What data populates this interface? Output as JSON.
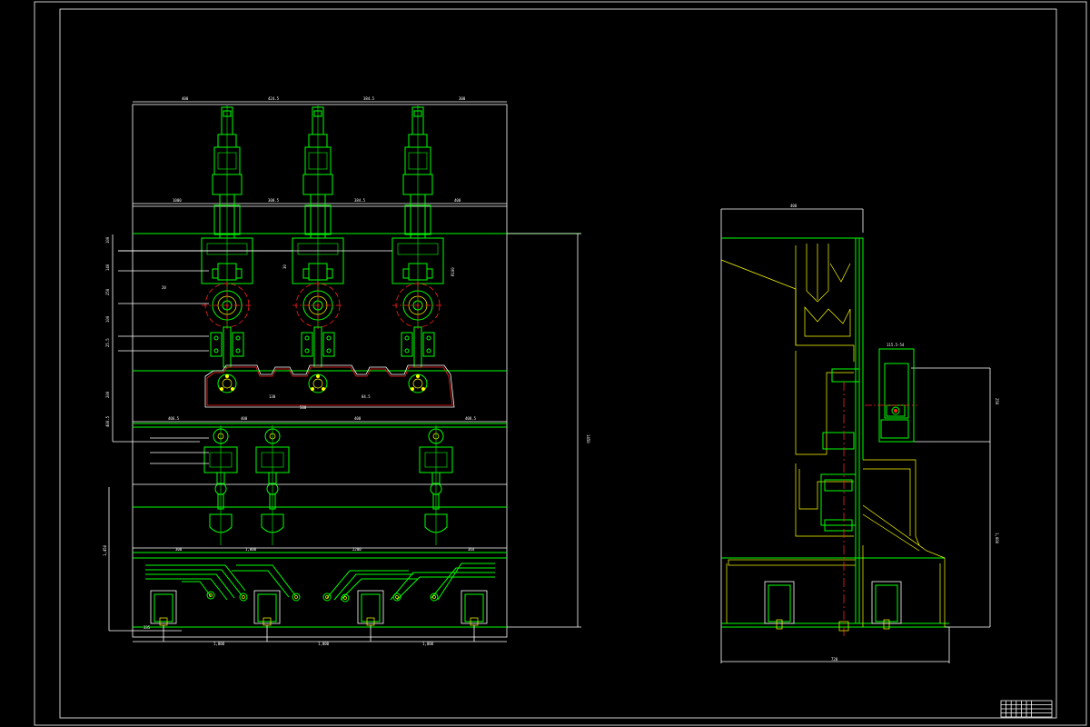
{
  "drawing": {
    "frame_color": "#ffffff",
    "line_color": "#00ff00",
    "accent_color": "#ffff00",
    "center_color": "#ff2020"
  },
  "front_view": {
    "stations": 3,
    "lower_stations": 3,
    "base_bays": 4,
    "top_dims": [
      "400",
      "424.5",
      "384.5",
      "300"
    ],
    "mid_dims": [
      "1000",
      "300.5",
      "384.5",
      "400"
    ],
    "lower_dims": [
      "406.5",
      "400",
      "500",
      "400",
      "408.5"
    ],
    "bottom_dims": [
      "300",
      "1,000",
      "2200",
      "364"
    ],
    "base_dims": [
      "335",
      "1,000",
      "1,000",
      "1,000"
    ],
    "right_height": "1450",
    "left_height": "1,450",
    "side_dims": [
      "100",
      "140",
      "250",
      "100",
      "25.5",
      "200",
      "400.5"
    ],
    "callouts": [
      "30",
      "20",
      "R100",
      "84.5",
      "130"
    ]
  },
  "side_view": {
    "top_dim": "400",
    "bottom_dim": "720",
    "right_dims": [
      "250",
      "1,000"
    ],
    "detail_dim": "115.5-54"
  },
  "title_block": {
    "rows": 4,
    "cols": 6
  }
}
